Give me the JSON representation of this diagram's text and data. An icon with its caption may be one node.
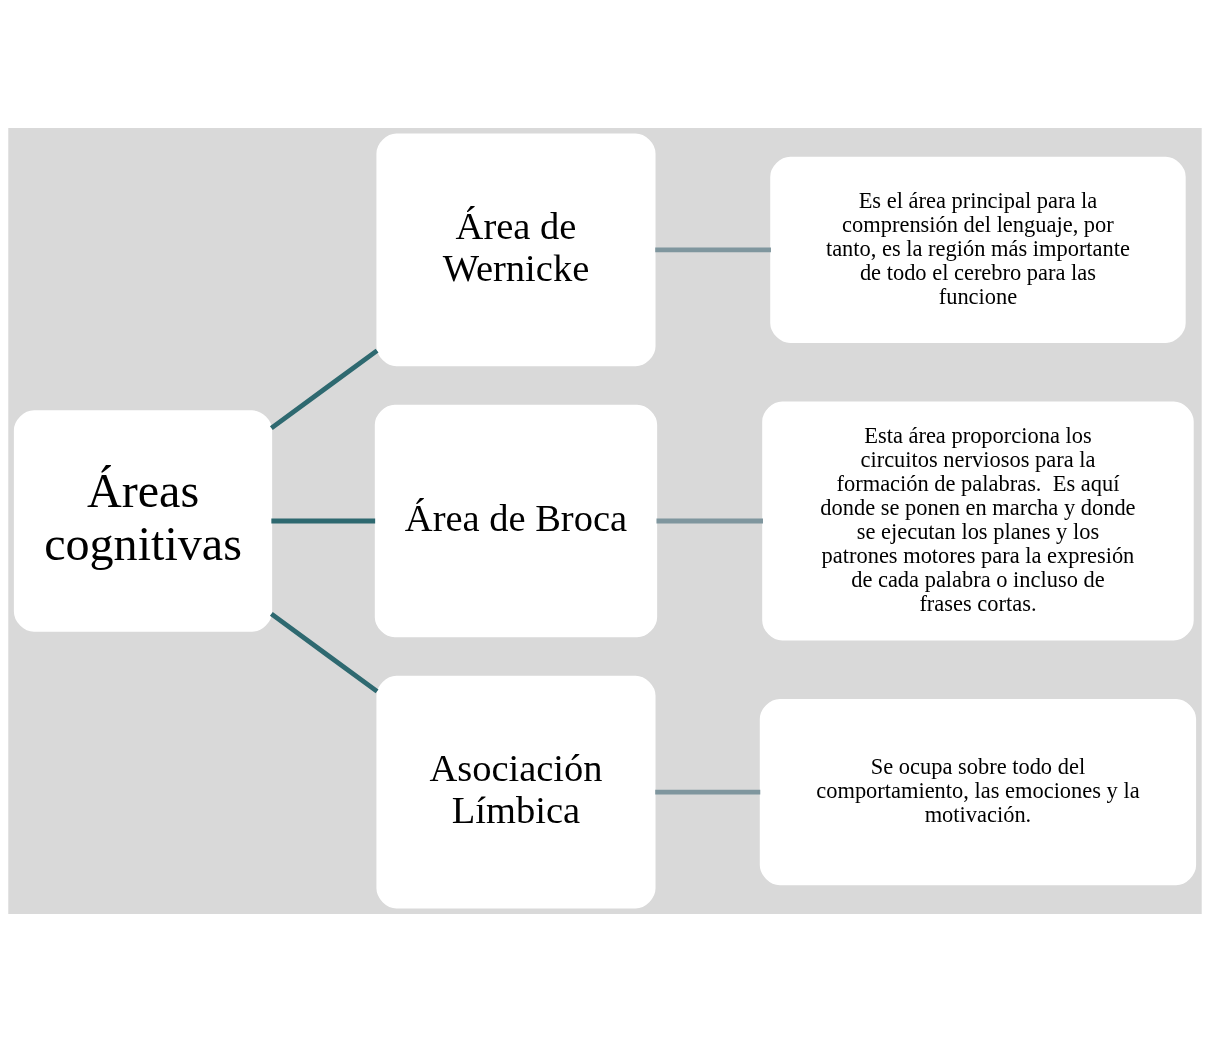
{
  "diagram": {
    "nodes": [
      {
        "text": [
          "Áreas cognitivas"
        ]
      },
      {
        "text": [
          "Área de Wernicke"
        ]
      },
      {
        "text": [
          "Área de Broca"
        ]
      },
      {
        "text": [
          "Asociación Límbica"
        ]
      },
      {
        "text": [
          "Es el área principal para la comprensión del lenguaje, por tanto, es la región más importante de todo el cerebro para las funcione"
        ]
      },
      {
        "text": [
          "Esta área proporciona los circuitos nerviosos para la formación de palabras.  Es aquí donde se ponen en marcha y donde se ejecutan los planes y los patrones motores para la expresión de cada palabra o incluso de frases cortas."
        ]
      },
      {
        "text": [
          "Se ocupa sobre todo del comportamiento, las emociones y la motivación."
        ]
      }
    ],
    "edges": [
      {
        "from": 0,
        "to": 1,
        "arrow": "none",
        "color": "#2e6970"
      },
      {
        "from": 0,
        "to": 2,
        "arrow": "none",
        "color": "#2e6970"
      },
      {
        "from": 0,
        "to": 3,
        "arrow": "none",
        "color": "#2e6970"
      },
      {
        "from": 1,
        "to": 4,
        "arrow": "none",
        "color": "#7f969e"
      },
      {
        "from": 2,
        "to": 5,
        "arrow": "none",
        "color": "#7f969e"
      },
      {
        "from": 3,
        "to": 6,
        "arrow": "none",
        "color": "#7f969e"
      }
    ]
  }
}
